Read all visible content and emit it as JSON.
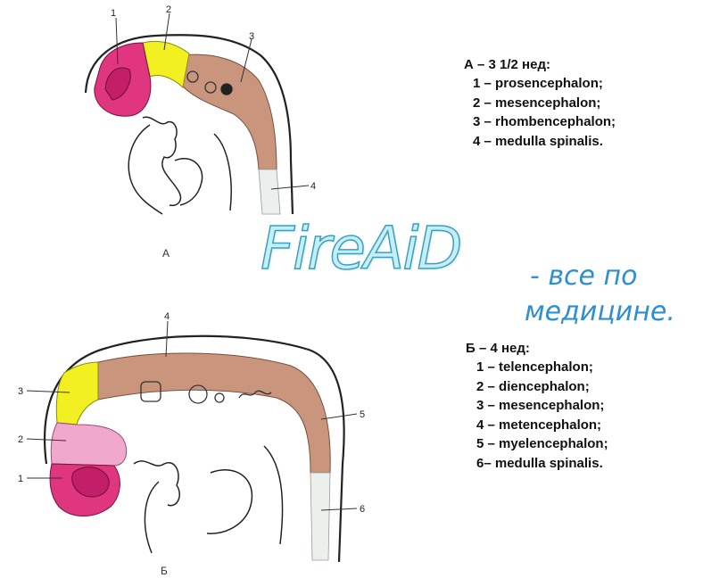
{
  "figure_a": {
    "letter": "A",
    "callouts": [
      "1",
      "2",
      "3",
      "4"
    ],
    "legend": {
      "title": "А – 3 1/2 нед:",
      "items": [
        {
          "num": "1 –",
          "label": "prosencephalon;"
        },
        {
          "num": "2 –",
          "label": "mesencephalon;"
        },
        {
          "num": "3 –",
          "label": "rhombencephalon;"
        },
        {
          "num": "4 –",
          "label": "medulla spinalis."
        }
      ]
    }
  },
  "figure_b": {
    "letter": "Б",
    "callouts": [
      "1",
      "2",
      "3",
      "4",
      "5",
      "6"
    ],
    "legend": {
      "title": "Б – 4 нед:",
      "items": [
        {
          "num": "1 –",
          "label": "telencephalon;"
        },
        {
          "num": "2 –",
          "label": "diencephalon;"
        },
        {
          "num": "3 –",
          "label": "mesencephalon;"
        },
        {
          "num": "4 –",
          "label": "metencephalon;"
        },
        {
          "num": "5 –",
          "label": "myelencephalon;"
        },
        {
          "num": "6–",
          "label": "medulla spinalis."
        }
      ]
    }
  },
  "watermark": {
    "logo": "FireAiD",
    "tagline_1": "- все по",
    "tagline_2": "медицине."
  },
  "colors": {
    "prosencephalon": "#e0357f",
    "mesencephalon": "#f2f020",
    "rhombencephalon": "#c9967d",
    "diencephalon": "#f0a8cc",
    "spinal_cord": "#ecf0ec",
    "watermark_fill": "#c5eef7",
    "watermark_stroke": "#3d9fbf",
    "tagline": "#2f8fd0"
  }
}
